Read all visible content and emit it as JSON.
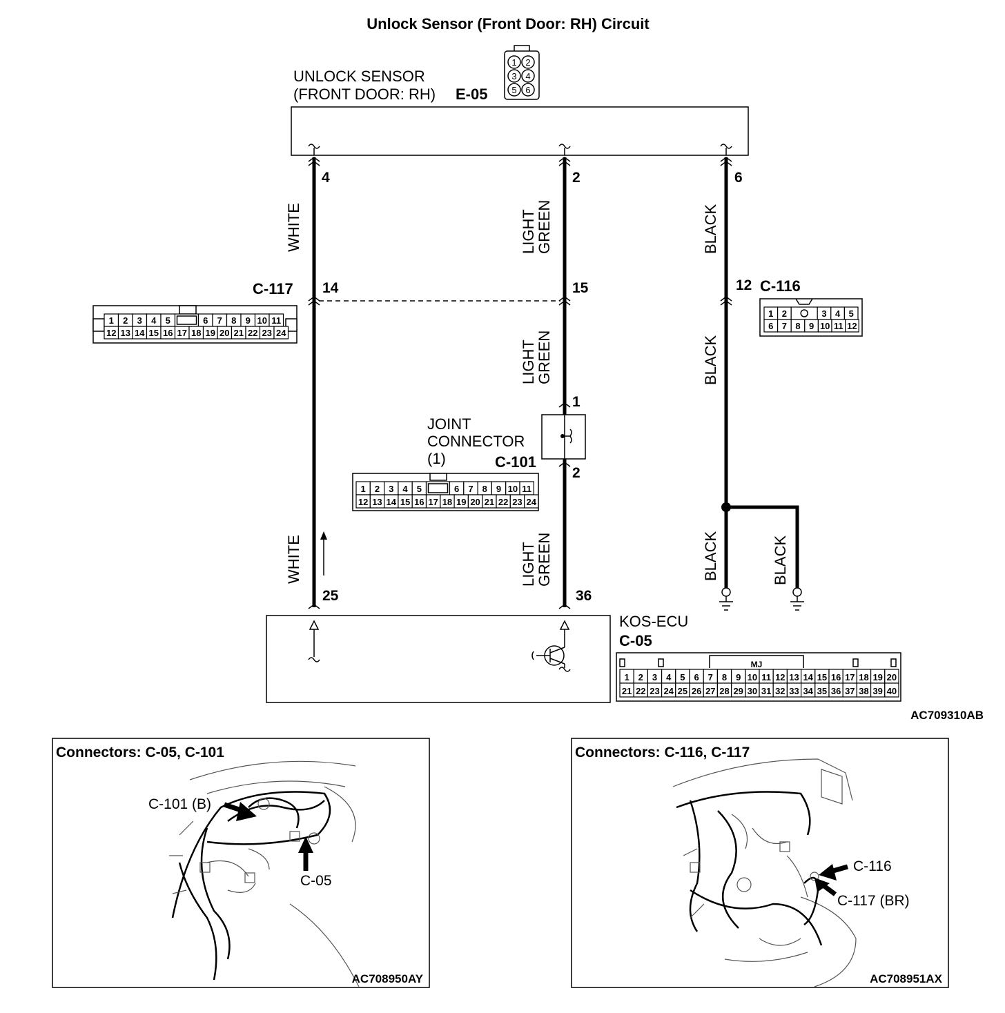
{
  "title": "Unlock Sensor (Front Door: RH) Circuit",
  "sensor": {
    "name_line1": "UNLOCK SENSOR",
    "name_line2": "(FRONT DOOR: RH)",
    "connector": "E-05",
    "pins": [
      "1",
      "2",
      "3",
      "4",
      "5",
      "6"
    ]
  },
  "pins": {
    "p4": "4",
    "p2": "2",
    "p6": "6",
    "c117_14": "14",
    "c101_15": "15",
    "c116_12": "12",
    "jc_1": "1",
    "jc_2": "2",
    "ecu_25": "25",
    "ecu_36": "36"
  },
  "wires": {
    "white_top": "WHITE",
    "white_bottom": "WHITE",
    "lg_top_1": "LIGHT",
    "lg_top_2": "GREEN",
    "lg_mid_1": "LIGHT",
    "lg_mid_2": "GREEN",
    "lg_bot_1": "LIGHT",
    "lg_bot_2": "GREEN",
    "black_top": "BLACK",
    "black_mid": "BLACK",
    "black_bot": "BLACK",
    "black_branch": "BLACK"
  },
  "connectors": {
    "c117": "C-117",
    "c116": "C-116",
    "c101": "C-101",
    "joint_line1": "JOINT",
    "joint_line2": "CONNECTOR",
    "joint_line3": "(1)"
  },
  "c117_grid": {
    "row1": [
      "1",
      "2",
      "3",
      "4",
      "5",
      "",
      "6",
      "7",
      "8",
      "9",
      "10",
      "11"
    ],
    "row2": [
      "12",
      "13",
      "14",
      "15",
      "16",
      "17",
      "18",
      "19",
      "20",
      "21",
      "22",
      "23",
      "24"
    ]
  },
  "c101_grid": {
    "row1": [
      "1",
      "2",
      "3",
      "4",
      "5",
      "",
      "6",
      "7",
      "8",
      "9",
      "10",
      "11"
    ],
    "row2": [
      "12",
      "13",
      "14",
      "15",
      "16",
      "17",
      "18",
      "19",
      "20",
      "21",
      "22",
      "23",
      "24"
    ]
  },
  "c116_grid": {
    "row1": [
      "1",
      "2",
      "",
      "3",
      "4",
      "5"
    ],
    "row2": [
      "6",
      "7",
      "8",
      "9",
      "10",
      "11",
      "12"
    ]
  },
  "ecu": {
    "name": "KOS-ECU",
    "connector": "C-05",
    "mj": "MJ",
    "row1": [
      "1",
      "2",
      "3",
      "4",
      "5",
      "6",
      "7",
      "8",
      "9",
      "10",
      "11",
      "12",
      "13",
      "14",
      "15",
      "16",
      "17",
      "18",
      "19",
      "20"
    ],
    "row2": [
      "21",
      "22",
      "23",
      "24",
      "25",
      "26",
      "27",
      "28",
      "29",
      "30",
      "31",
      "32",
      "33",
      "34",
      "35",
      "36",
      "37",
      "38",
      "39",
      "40"
    ]
  },
  "figure_code": "AC709310AB",
  "panel_left": {
    "title": "Connectors: C-05, C-101",
    "label_c101": "C-101 (B)",
    "label_c05": "C-05",
    "code": "AC708950AY"
  },
  "panel_right": {
    "title": "Connectors: C-116, C-117",
    "label_c116": "C-116",
    "label_c117": "C-117 (BR)",
    "code": "AC708951AX"
  }
}
